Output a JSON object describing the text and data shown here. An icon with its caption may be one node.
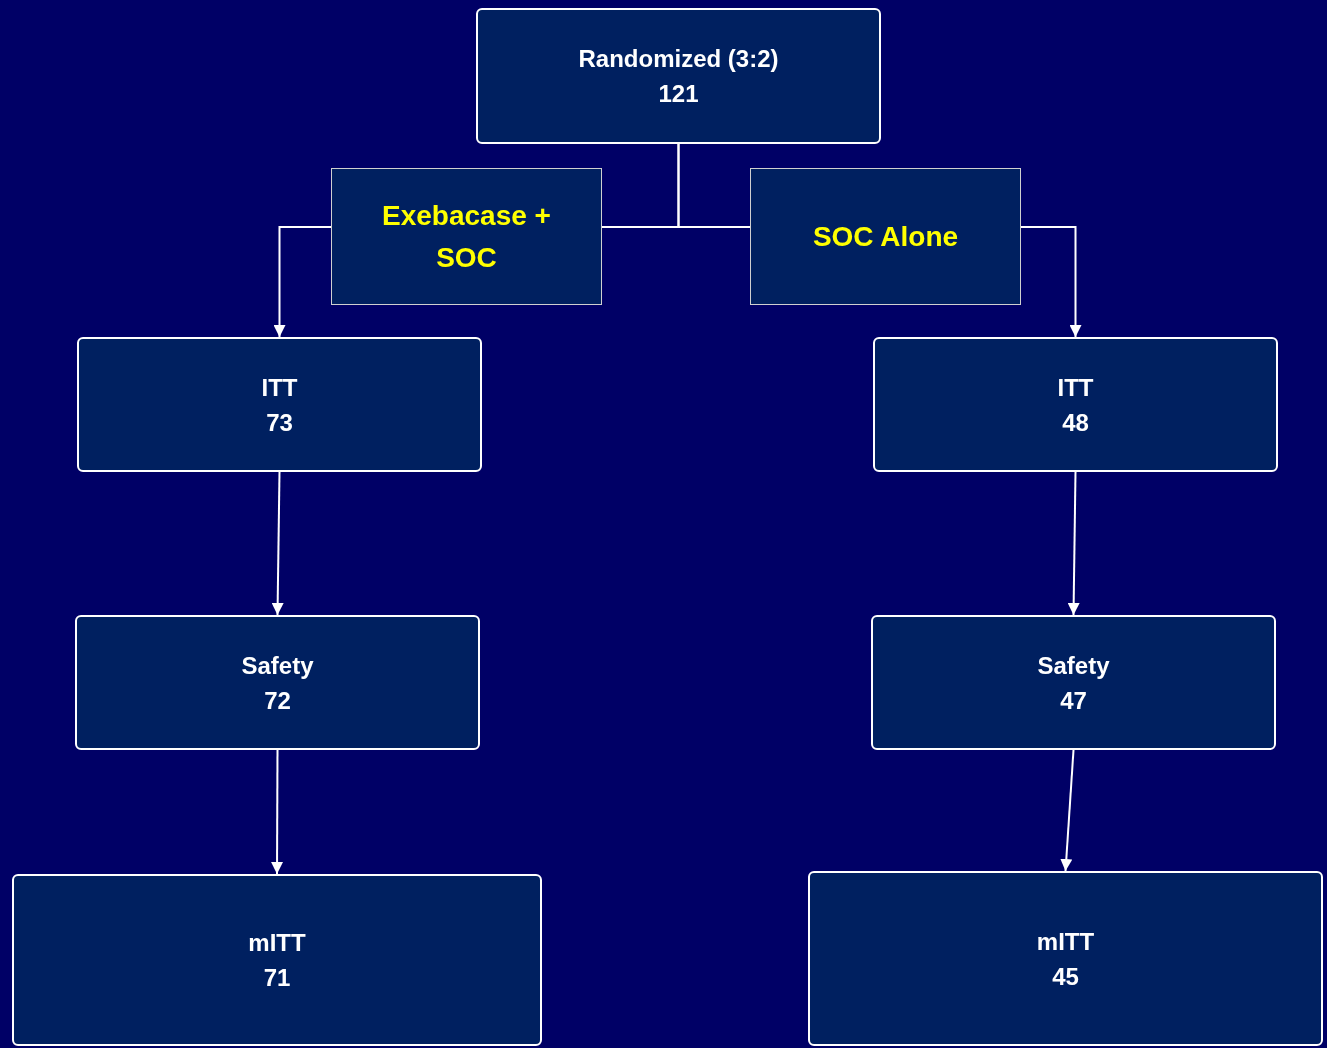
{
  "diagram": {
    "nodes": [
      {
        "text": [
          "Randomized (3:2)",
          "121"
        ]
      },
      {
        "text": [
          "Exebacase + SOC"
        ]
      },
      {
        "text": [
          "SOC Alone"
        ]
      },
      {
        "text": [
          "ITT",
          "73"
        ]
      },
      {
        "text": [
          "ITT",
          "48"
        ]
      },
      {
        "text": [
          "Safety",
          "72"
        ]
      },
      {
        "text": [
          "Safety",
          "47"
        ]
      },
      {
        "text": [
          "mITT",
          "71"
        ]
      },
      {
        "text": [
          "mITT",
          "45"
        ]
      }
    ],
    "edges": [
      {
        "from": 0,
        "to": 1,
        "arrow": "none"
      },
      {
        "from": 0,
        "to": 2,
        "arrow": "none"
      },
      {
        "from": 1,
        "to": 3,
        "arrow": "to"
      },
      {
        "from": 2,
        "to": 4,
        "arrow": "to"
      },
      {
        "from": 3,
        "to": 5,
        "arrow": "to"
      },
      {
        "from": 4,
        "to": 6,
        "arrow": "to"
      },
      {
        "from": 5,
        "to": 7,
        "arrow": "to"
      },
      {
        "from": 6,
        "to": 8,
        "arrow": "to"
      }
    ]
  }
}
